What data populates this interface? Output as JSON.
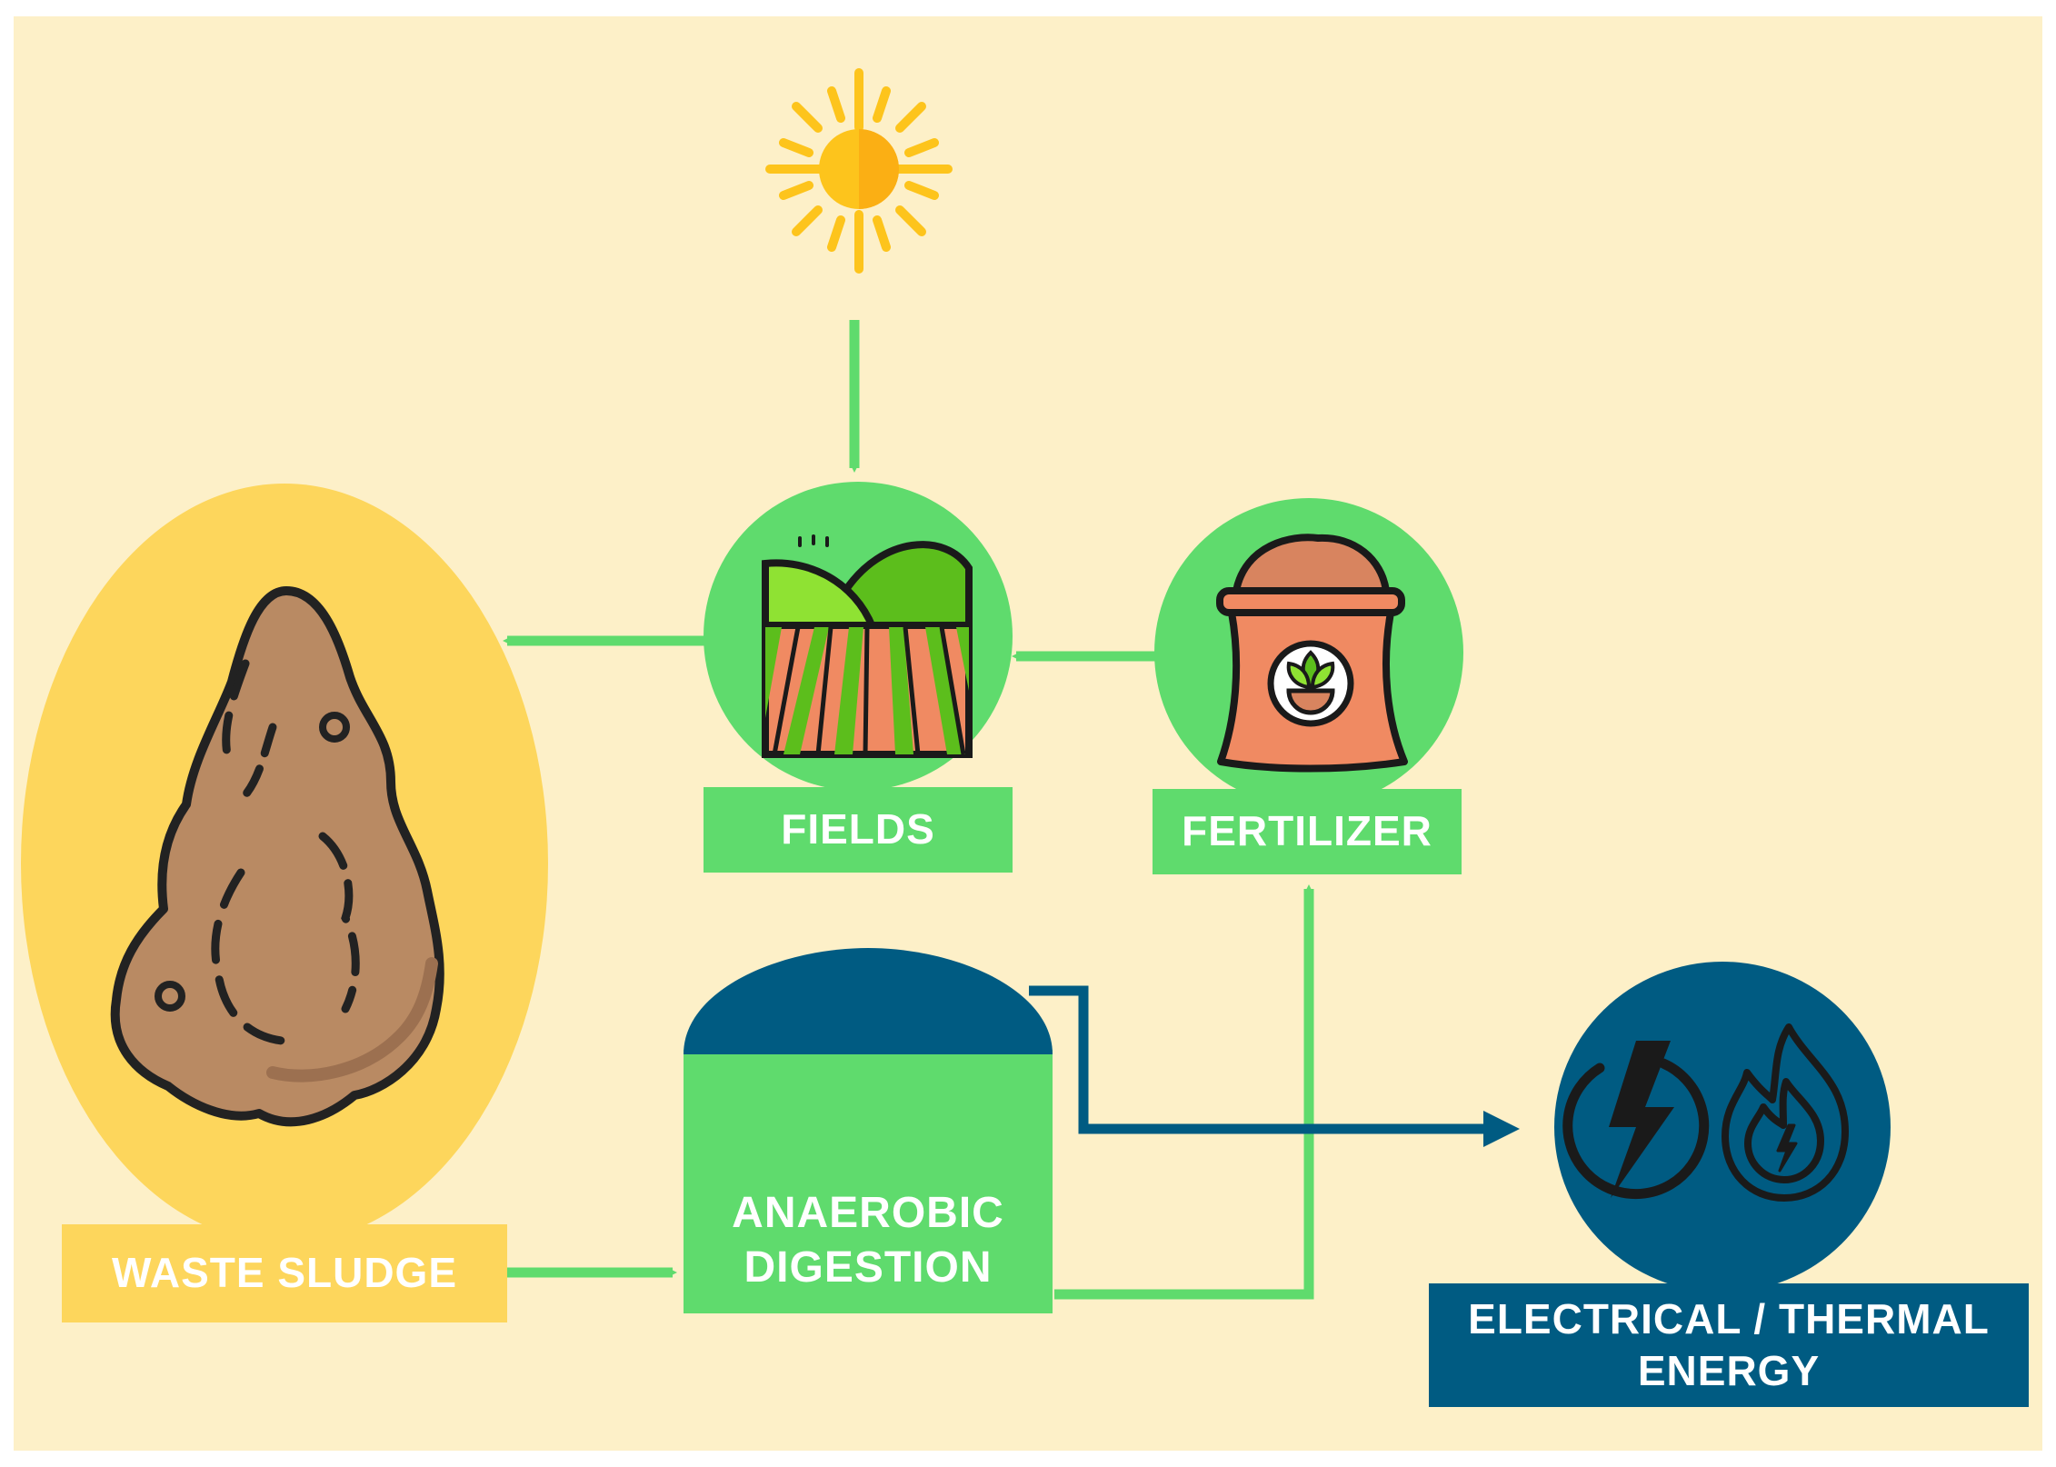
{
  "labels": {
    "waste_sludge": "WASTE SLUDGE",
    "fields": "FIELDS",
    "fertilizer": "FERTILIZER",
    "anaerobic_line1": "ANAEROBIC",
    "anaerobic_line2": "DIGESTION",
    "energy_line1": "ELECTRICAL / THERMAL",
    "energy_line2": "ENERGY"
  },
  "colors": {
    "background": "#fdf0c8",
    "green": "#5fdb6d",
    "blue": "#005b82",
    "yellow": "#fdd65c",
    "sludge_brown": "#b98a63",
    "sun": "#fdc41c"
  },
  "icons": [
    "sun-icon",
    "fields-icon",
    "fertilizer-bag-icon",
    "sludge-icon",
    "lightning-icon",
    "fire-icon"
  ]
}
